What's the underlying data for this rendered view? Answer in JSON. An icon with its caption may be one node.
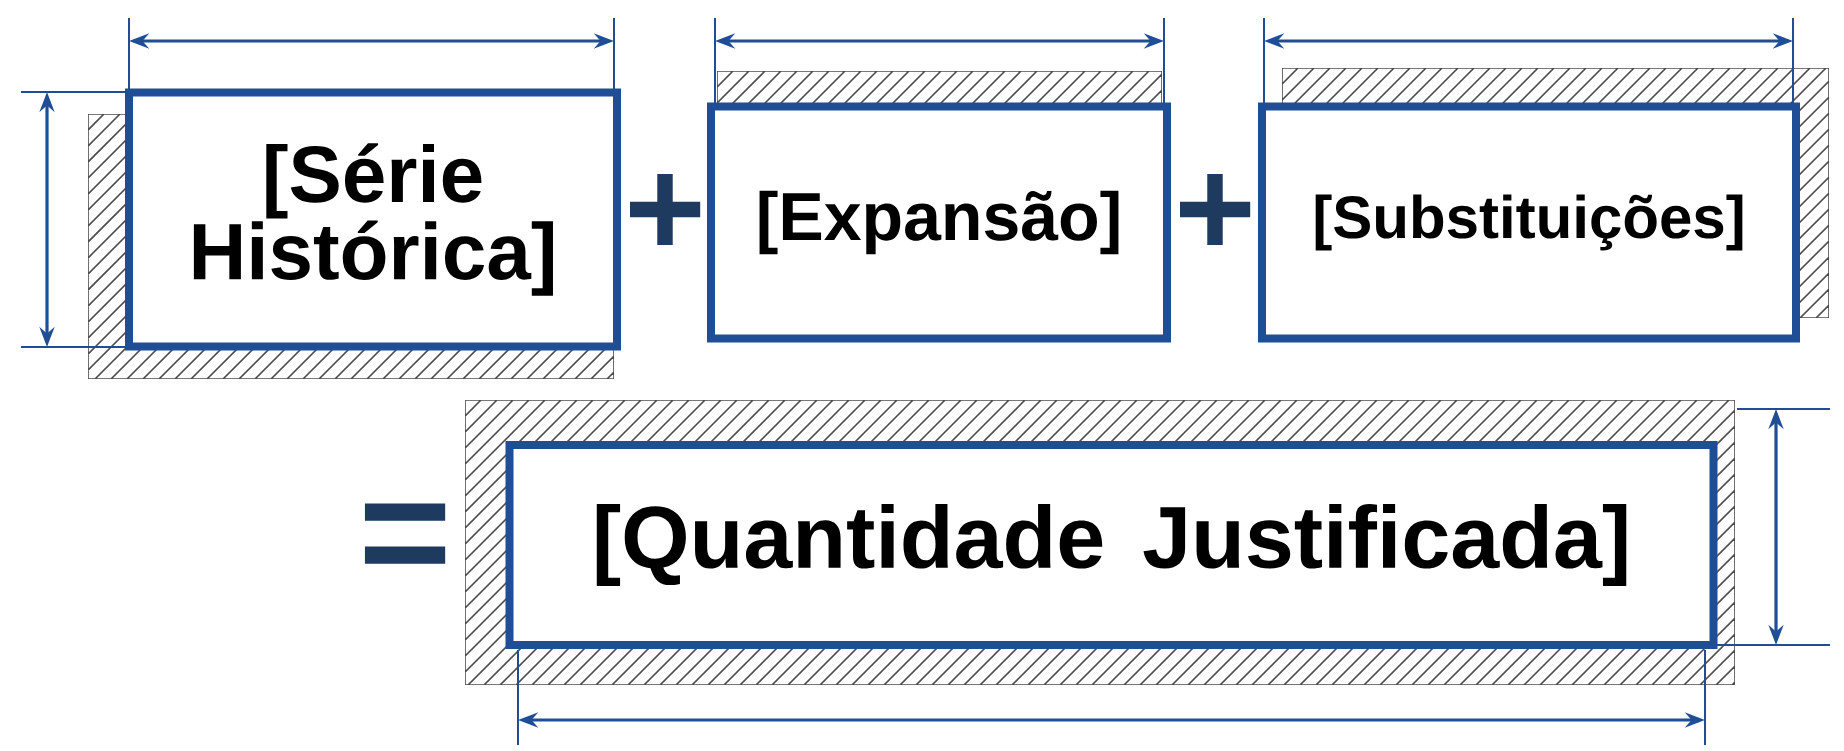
{
  "diagram": {
    "nodes": [
      {
        "text": [
          "[Série Histórica]"
        ]
      },
      {
        "text": [
          "[Expansão]"
        ]
      },
      {
        "text": [
          "[Substituições]"
        ]
      },
      {
        "text": [
          "[Quantidade Justificada]"
        ]
      }
    ],
    "labels": [
      "+",
      "+",
      "="
    ]
  }
}
